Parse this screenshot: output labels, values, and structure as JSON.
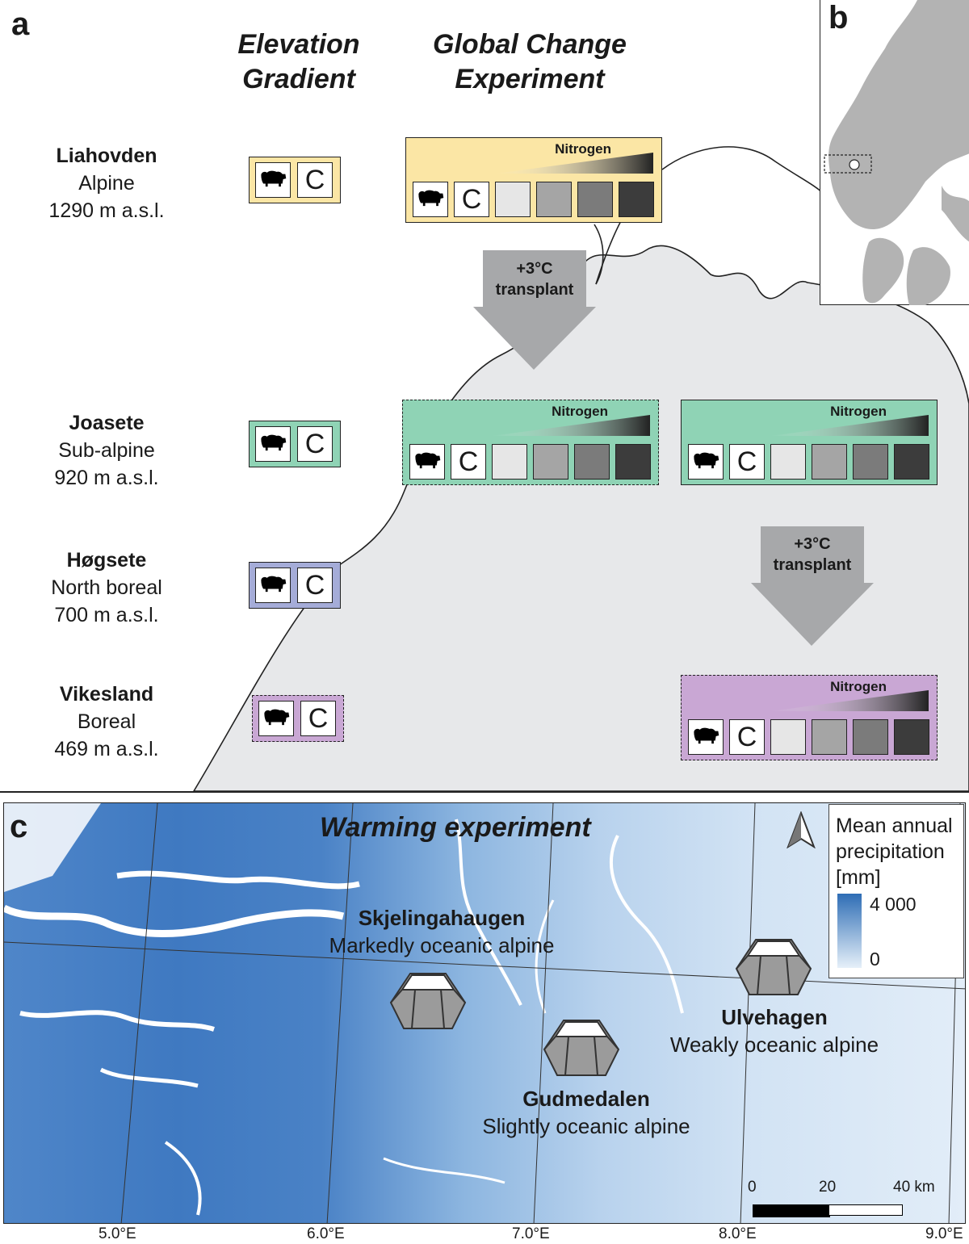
{
  "panels": {
    "a": "a",
    "b": "b",
    "c": "c"
  },
  "headings": {
    "elevation": [
      "Elevation",
      "Gradient"
    ],
    "global_change": [
      "Global Change",
      "Experiment"
    ]
  },
  "sites": [
    {
      "name": "Liahovden",
      "zone": "Alpine",
      "elevation": "1290 m a.s.l.",
      "color": "#fbe6a5"
    },
    {
      "name": "Joasete",
      "zone": "Sub-alpine",
      "elevation": "920 m a.s.l.",
      "color": "#8fd3b5"
    },
    {
      "name": "Høgsete",
      "zone": "North boreal",
      "elevation": "700 m a.s.l.",
      "color": "#a5acd8"
    },
    {
      "name": "Vikesland",
      "zone": "Boreal",
      "elevation": "469 m a.s.l.",
      "color": "#c9a7d4"
    }
  ],
  "control_label": "C",
  "nitrogen_label": "Nitrogen",
  "nitrogen_shades": [
    "#e6e6e6",
    "#a5a5a5",
    "#7b7b7b",
    "#3c3c3c"
  ],
  "transplant": {
    "line1": "+3°C",
    "line2": "transplant"
  },
  "warming": {
    "title": "Warming experiment",
    "sites": [
      {
        "name": "Skjelingahaugen",
        "climate": "Markedly oceanic alpine"
      },
      {
        "name": "Gudmedalen",
        "climate": "Slightly oceanic alpine"
      },
      {
        "name": "Ulvehagen",
        "climate": "Weakly oceanic alpine"
      }
    ],
    "legend": {
      "title": [
        "Mean annual",
        "precipitation",
        "[mm]"
      ],
      "max": "4 000",
      "min": "0"
    },
    "scale": {
      "labels": [
        "0",
        "20",
        "40 km"
      ]
    },
    "longitudes": [
      "5.0°E",
      "6.0°E",
      "7.0°E",
      "8.0°E",
      "9.0°E"
    ]
  },
  "colors": {
    "map_dark": "#2e6db5",
    "map_light": "#e6f0f9",
    "land": "#e7e8ea",
    "arrow": "#a7a8aa",
    "overview_land": "#b3b3b3"
  }
}
